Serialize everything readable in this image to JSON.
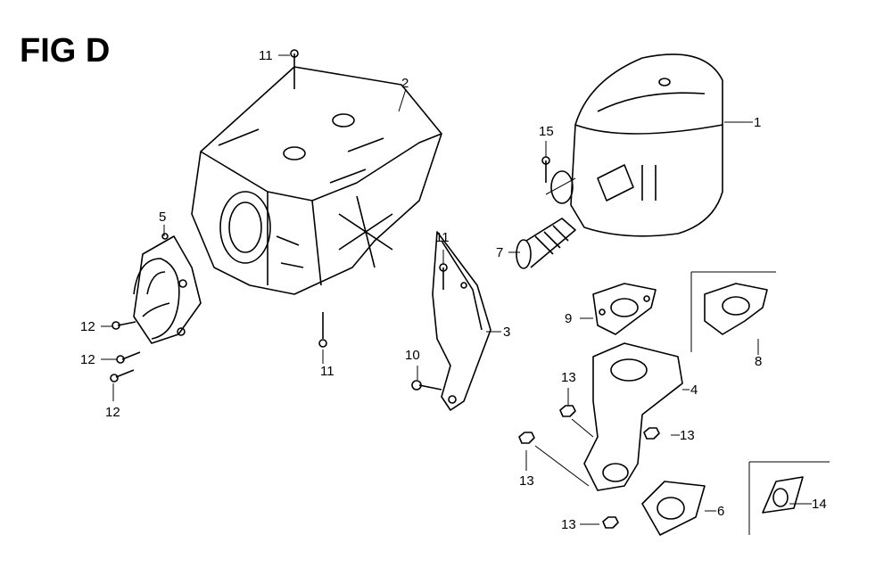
{
  "figure": {
    "title": "FIG D"
  },
  "callouts": {
    "c1": "1",
    "c2": "2",
    "c3": "3",
    "c4": "4",
    "c5": "5",
    "c6": "6",
    "c7": "7",
    "c8": "8",
    "c9": "9",
    "c10": "10",
    "c11a": "11",
    "c11b": "11",
    "c11c": "11",
    "c12a": "12",
    "c12b": "12",
    "c12c": "12",
    "c13a": "13",
    "c13b": "13",
    "c13c": "13",
    "c13d": "13",
    "c14": "14",
    "c15": "15"
  }
}
